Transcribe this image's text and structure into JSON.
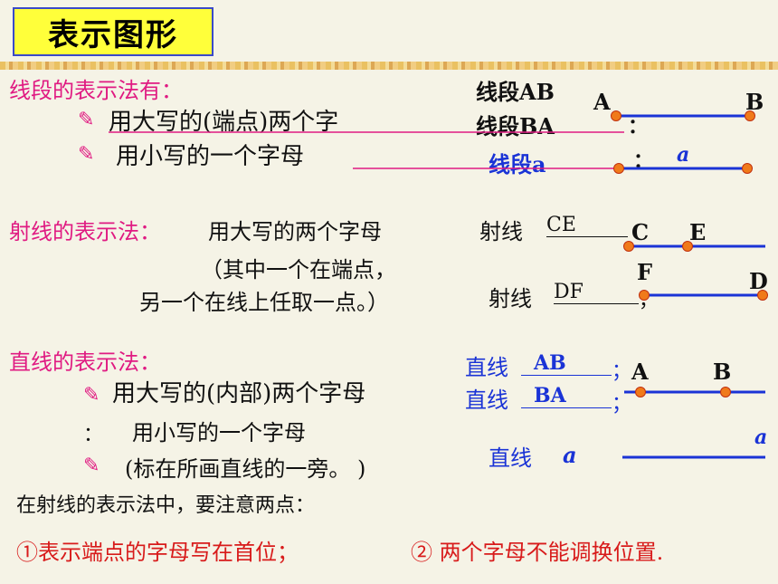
{
  "title": "表示图形",
  "segment": {
    "heading": "线段的表示法有：",
    "method1": "用大写的(端点)两个字",
    "method2": "用小写的一个字母",
    "method2_cover": "用",
    "example_ab": "线段AB",
    "example_ba": "线段BA",
    "example_a": "线段a",
    "colon1": "：",
    "colon2": "：",
    "label_A": "A",
    "label_B": "B",
    "label_a": "a"
  },
  "ray": {
    "heading": "射线的表示法：",
    "method": "用大写的两个字母",
    "note1": "（其中一个在端点，",
    "note2": "另一个在线上任取一点。）",
    "example1_prefix": "射线",
    "example1_value": "CE",
    "example2_prefix": "射线",
    "example2_value": "DF",
    "comma": "，",
    "label_C": "C",
    "label_E": "E",
    "label_F": "F",
    "label_D": "D"
  },
  "line": {
    "heading": "直线的表示法：",
    "method1": "用大写的(内部)两个字母",
    "colon": "：",
    "method2": "用小写的一个字母",
    "method2_note": "(标在所画直线的一旁。 )",
    "example_ab_prefix": "直线",
    "example_ab": "AB",
    "example_ba_prefix": "直线",
    "example_ba": "BA",
    "example_a_prefix": "直线",
    "example_a": "a",
    "semicolon1": "；",
    "semicolon2": "；",
    "label_A": "A",
    "label_B": "B",
    "label_a": "a"
  },
  "notice": {
    "intro": "在射线的表示法中，要注意两点：",
    "point1": "①表示端点的字母写在首位；",
    "point2": "② 两个字母不能调换位置."
  },
  "colors": {
    "pink": "#e01b82",
    "blue": "#1a33d6",
    "red": "#d81b1b",
    "dot": "#f07a1a",
    "title_bg": "#ffff3a"
  }
}
